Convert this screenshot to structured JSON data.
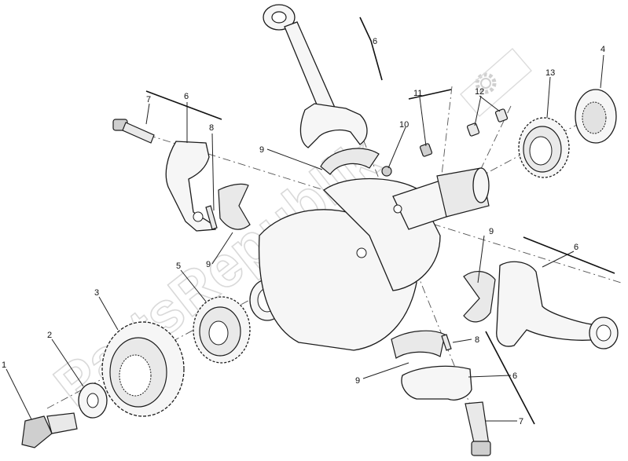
{
  "watermark": "PartsRepublik",
  "callouts": [
    {
      "id": "c1",
      "text": "1"
    },
    {
      "id": "c2",
      "text": "2"
    },
    {
      "id": "c3",
      "text": "3"
    },
    {
      "id": "c4",
      "text": "4"
    },
    {
      "id": "c5",
      "text": "5"
    },
    {
      "id": "c6a",
      "text": "6"
    },
    {
      "id": "c6b",
      "text": "6"
    },
    {
      "id": "c6c",
      "text": "6"
    },
    {
      "id": "c6d",
      "text": "6"
    },
    {
      "id": "c7a",
      "text": "7"
    },
    {
      "id": "c7b",
      "text": "7"
    },
    {
      "id": "c8a",
      "text": "8"
    },
    {
      "id": "c8b",
      "text": "8"
    },
    {
      "id": "c9a",
      "text": "9"
    },
    {
      "id": "c9b",
      "text": "9"
    },
    {
      "id": "c9c",
      "text": "9"
    },
    {
      "id": "c9d",
      "text": "9"
    },
    {
      "id": "c10",
      "text": "10"
    },
    {
      "id": "c11",
      "text": "11"
    },
    {
      "id": "c12",
      "text": "12"
    },
    {
      "id": "c13",
      "text": "13"
    }
  ]
}
